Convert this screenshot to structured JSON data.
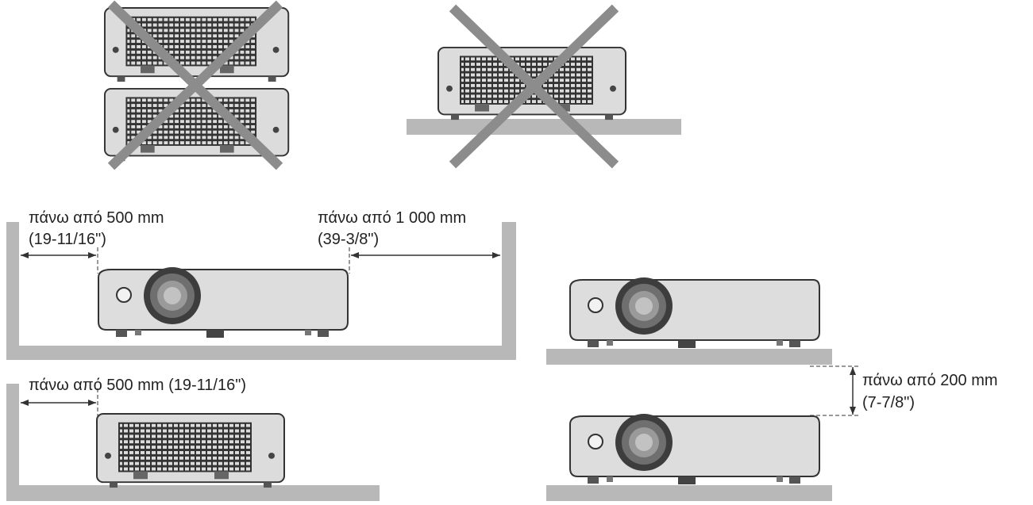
{
  "colors": {
    "body": "#d2d2d2",
    "body_stroke": "#333333",
    "shelf": "#b8b8b8",
    "cross": "#8c8c8c",
    "text": "#222222"
  },
  "labels": {
    "rear_clearance": "πάνω από 500 mm",
    "rear_clearance_inch": "(19-11/16\")",
    "front_clearance": "πάνω από 1 000 mm",
    "front_clearance_inch": "(39-3/8\")",
    "side_clearance": "πάνω από 500 mm (19-11/16\")",
    "vertical_clearance": "πάνω από 200 mm",
    "vertical_clearance_inch": "(7-7/8\")"
  }
}
